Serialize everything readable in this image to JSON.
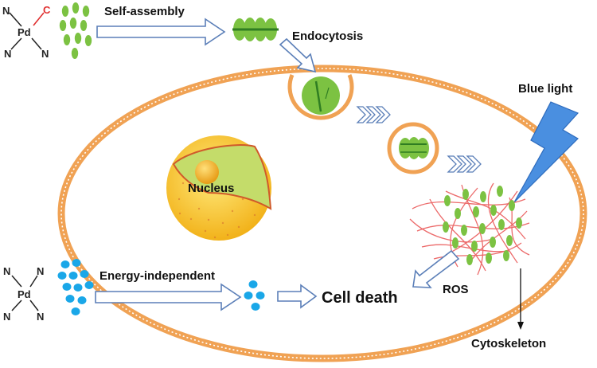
{
  "labels": {
    "self_assembly": "Self-assembly",
    "endocytosis": "Endocytosis",
    "blue_light": "Blue light",
    "nucleus": "Nucleus",
    "energy_independent": "Energy-independent",
    "cell_death": "Cell death",
    "ros": "ROS",
    "cytoskeleton": "Cytoskeleton"
  },
  "complex_top": {
    "metal": "Pd",
    "ligand_n": "N",
    "ligand_c": "C"
  },
  "complex_bottom": {
    "metal": "Pd",
    "ligand_n": "N"
  },
  "colors": {
    "membrane": "#f0a254",
    "green_particle": "#7cc242",
    "blue_particle": "#1aa7e8",
    "nucleus": "#f6c021",
    "cytoskeleton": "#ec6a6a",
    "lightning": "#4a8fe0",
    "arrow_outline": "#5b7fb8",
    "carbon_bond": "#e03030"
  }
}
